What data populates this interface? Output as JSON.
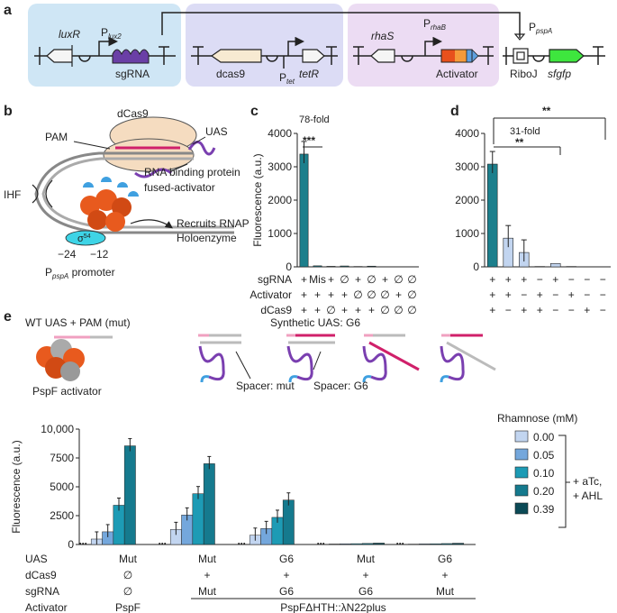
{
  "panels": {
    "a": "a",
    "b": "b",
    "c": "c",
    "d": "d",
    "e": "e"
  },
  "panel_a": {
    "genes": {
      "luxR": "luxR",
      "sgRNA": "sgRNA",
      "dcas9": "dcas9",
      "tetR": "tetR",
      "rhaS": "rhaS",
      "activator": "Activator",
      "riboJ": "RiboJ",
      "sfgfp": "sfgfp"
    },
    "promoters": {
      "plux2": "P",
      "plux2_sub": "lux2",
      "ptet": "P",
      "ptet_sub": "tet",
      "prhaB": "P",
      "prhaB_sub": "rhaB",
      "ppspA": "P",
      "ppspA_sub": "pspA"
    },
    "colors": {
      "blue_bg": "#cfe6f5",
      "lavender_bg": "#dcdcf5",
      "pink_bg": "#ecdcf3",
      "sgrna": "#6a3fa6",
      "gfp": "#3ee63e"
    }
  },
  "panel_b": {
    "labels": {
      "dcas9": "dCas9",
      "pam": "PAM",
      "uas": "UAS",
      "ihf": "IHF",
      "rbp1": "RNA binding protein",
      "rbp2": "fused-activator",
      "rnap1": "Recruits RNAP",
      "rnap2": "Holoenzyme",
      "m24": "−24",
      "m12": "−12",
      "sigma": "σ",
      "sigma_sup": "54",
      "promoter": "P",
      "promoter_sub": "pspA",
      "promoter_rest": " promoter"
    }
  },
  "panel_c": {
    "fold_label": "78-fold",
    "stars": "***",
    "rows": [
      "sgRNA",
      "Activator",
      "dCas9"
    ],
    "columns": [
      [
        "+",
        "+",
        "+"
      ],
      [
        "Mis",
        "+",
        "+"
      ],
      [
        "+",
        "+",
        "∅"
      ],
      [
        "∅",
        "+",
        "+"
      ],
      [
        "+",
        "∅",
        "+"
      ],
      [
        "∅",
        "∅",
        "+"
      ],
      [
        "+",
        "∅",
        "∅"
      ],
      [
        "∅",
        "+",
        "∅"
      ],
      [
        "∅",
        "∅",
        "∅"
      ]
    ]
  },
  "panel_d": {
    "fold_label": "31-fold",
    "stars_a": "**",
    "stars_b": "**",
    "columns": [
      [
        "+",
        "+",
        "+"
      ],
      [
        "+",
        "+",
        "−"
      ],
      [
        "+",
        "−",
        "+"
      ],
      [
        "−",
        "+",
        "+"
      ],
      [
        "+",
        "−",
        "−"
      ],
      [
        "−",
        "+",
        "−"
      ],
      [
        "−",
        "−",
        "+"
      ],
      [
        "−",
        "−",
        "−"
      ]
    ]
  },
  "panel_e": {
    "labels": {
      "wt_uas": "WT UAS + PAM (mut)",
      "synthetic": "Synthetic UAS: G6",
      "pspf_activator": "PspF activator",
      "spacer_mut": "Spacer: mut",
      "spacer_g6": "Spacer: G6",
      "legend_title": "Rhamnose (mM)",
      "bracket": "+ aTc,",
      "bracket2": "+ AHL"
    },
    "table_rows": [
      "UAS",
      "dCas9",
      "sgRNA",
      "Activator"
    ],
    "groups": [
      {
        "uas": "Mut",
        "dcas9": "∅",
        "sgrna": "∅"
      },
      {
        "uas": "Mut",
        "dcas9": "+",
        "sgrna": "Mut"
      },
      {
        "uas": "G6",
        "dcas9": "+",
        "sgrna": "G6"
      },
      {
        "uas": "Mut",
        "dcas9": "+",
        "sgrna": "G6"
      },
      {
        "uas": "G6",
        "dcas9": "+",
        "sgrna": "Mut"
      }
    ],
    "activator_pspf": "PspF",
    "activator_fusion": "PspFΔHTH::λN22plus"
  },
  "chart_data": [
    {
      "panel": "c",
      "type": "bar",
      "ylabel": "Fluorescence (a.u.)",
      "ylim": [
        0,
        4000
      ],
      "yticks": [
        0,
        1000,
        2000,
        3000,
        4000
      ],
      "categories": [
        "1",
        "2",
        "3",
        "4",
        "5",
        "6",
        "7",
        "8",
        "9"
      ],
      "values": [
        3380,
        30,
        15,
        25,
        10,
        20,
        5,
        5,
        5
      ],
      "color": "#1c7f8c"
    },
    {
      "panel": "d",
      "type": "bar",
      "ylabel": "",
      "ylim": [
        0,
        4000
      ],
      "yticks": [
        0,
        1000,
        2000,
        3000,
        4000
      ],
      "categories": [
        "1",
        "2",
        "3",
        "4",
        "5",
        "6",
        "7",
        "8"
      ],
      "values": [
        3080,
        860,
        430,
        10,
        100,
        10,
        5,
        5
      ],
      "colors": [
        "#1c7f8c",
        "#c2d5f0",
        "#c2d5f0",
        "#c2d5f0",
        "#c2d5f0",
        "#c2d5f0",
        "#c2d5f0",
        "#c2d5f0"
      ]
    },
    {
      "panel": "e",
      "type": "bar",
      "ylabel": "Fluorescence (a.u.)",
      "ylim": [
        0,
        10000
      ],
      "yticks": [
        "0",
        "2500",
        "5000",
        "7500",
        "10,000"
      ],
      "ytick_values": [
        0,
        2500,
        5000,
        7500,
        10000
      ],
      "series": [
        {
          "name": "0.00",
          "color": "#c2d5f0",
          "values": [
            470,
            1300,
            800,
            40,
            30
          ]
        },
        {
          "name": "0.05",
          "color": "#74a7dc",
          "values": [
            1100,
            2550,
            1380,
            60,
            50
          ]
        },
        {
          "name": "0.10",
          "color": "#1d9bb5",
          "values": [
            3400,
            4400,
            2350,
            70,
            60
          ]
        },
        {
          "name": "0.20",
          "color": "#157a8e",
          "values": [
            8550,
            7000,
            3850,
            90,
            80
          ]
        },
        {
          "name": "0.39",
          "color": "#0b4a56",
          "values": [
            null,
            null,
            null,
            120,
            110
          ]
        }
      ],
      "legend_title": "Rhamnose (mM)"
    }
  ]
}
